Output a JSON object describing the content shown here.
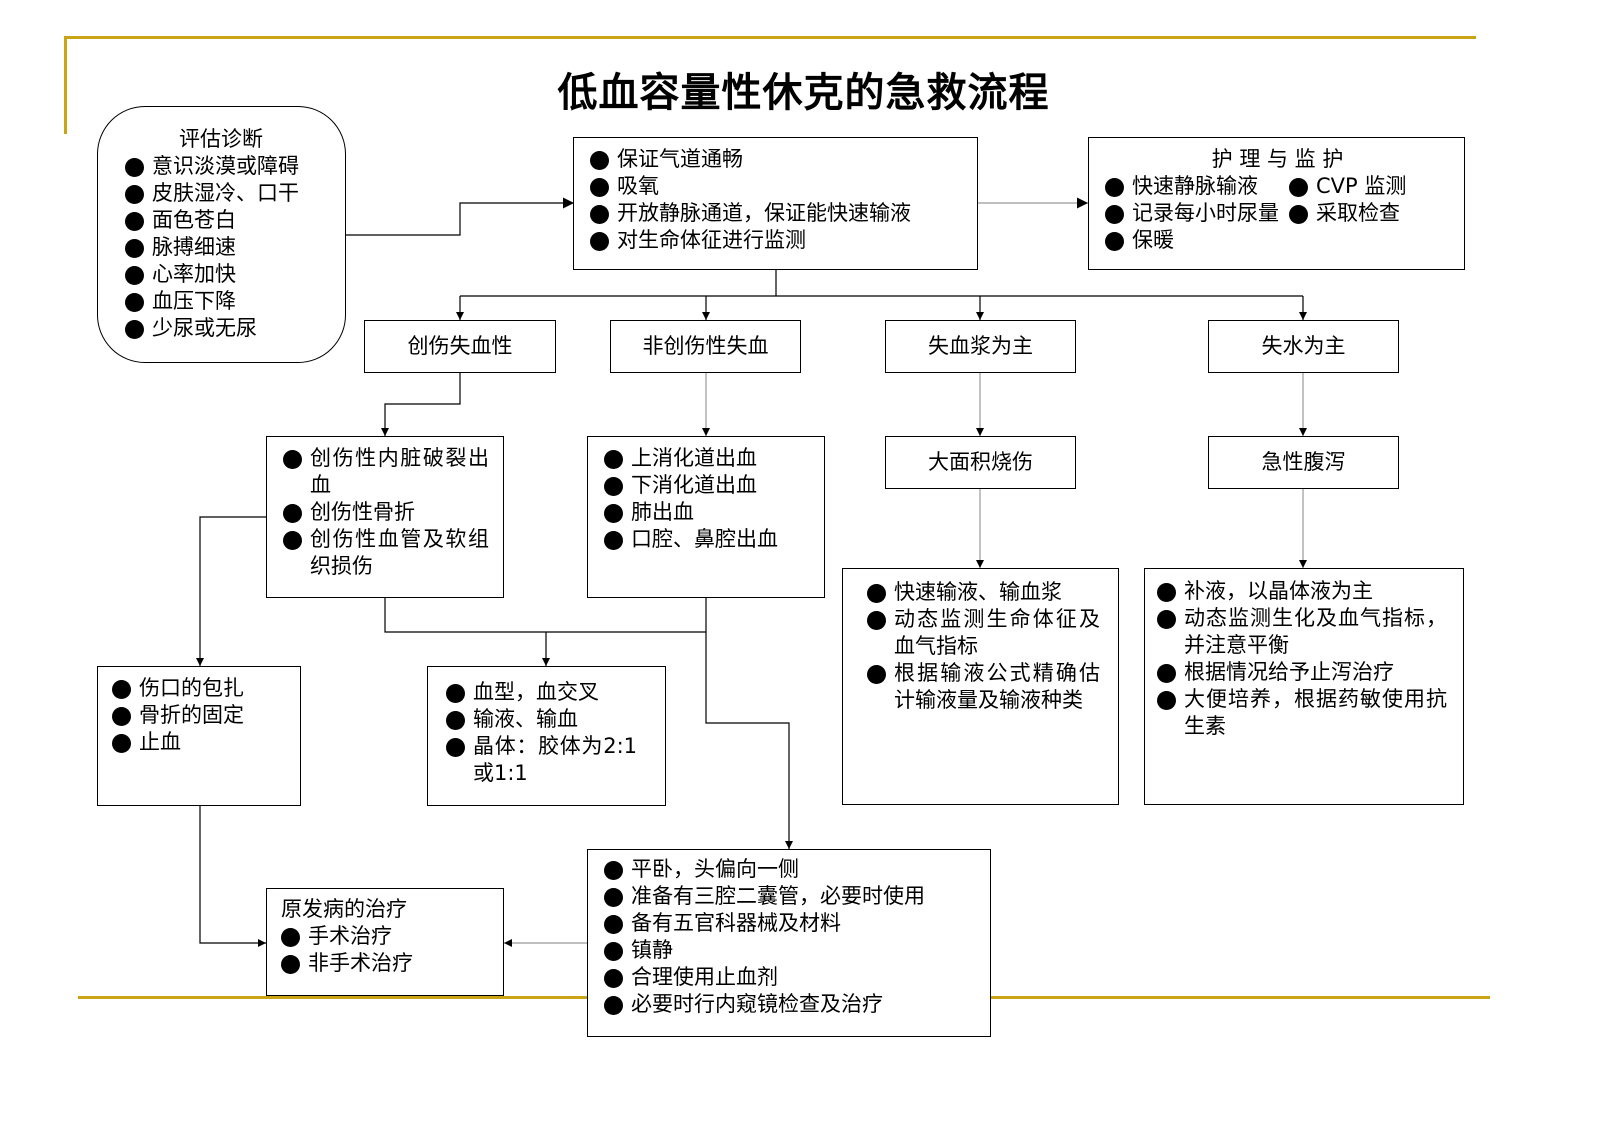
{
  "title": "低血容量性休克的急救流程",
  "assessment": {
    "heading": "评估诊断",
    "items": [
      "意识淡漠或障碍",
      "皮肤湿冷、口干",
      "面色苍白",
      "脉搏细速",
      "心率加快",
      "血压下降",
      "少尿或无尿"
    ]
  },
  "initial_care": {
    "items": [
      "保证气道通畅",
      "吸氧",
      "开放静脉通道，保证能快速输液",
      "对生命体征进行监测"
    ]
  },
  "nursing": {
    "heading": "护 理 与 监 护",
    "items": [
      "快速静脉输液",
      "CVP 监测",
      "记录每小时尿量",
      "采取检查",
      "保暖"
    ]
  },
  "categories": {
    "trauma": "创伤失血性",
    "non_trauma": "非创伤性失血",
    "plasma": "失血浆为主",
    "water": "失水为主"
  },
  "trauma_causes": {
    "items": [
      "创伤性内脏破裂出血",
      "创伤性骨折",
      "创伤性血管及软组织损伤"
    ]
  },
  "non_trauma_causes": {
    "items": [
      "上消化道出血",
      "下消化道出血",
      "肺出血",
      "口腔、鼻腔出血"
    ]
  },
  "burn": "大面积烧伤",
  "diarrhea": "急性腹泻",
  "plasma_treatment": {
    "items": [
      "快速输液、输血浆",
      "动态监测生命体征及血气指标",
      "根据输液公式精确估计输液量及输液种类"
    ]
  },
  "water_treatment": {
    "items": [
      "补液，以晶体液为主",
      "动态监测生化及血气指标，并注意平衡",
      "根据情况给予止泻治疗",
      "大便培养，根据药敏使用抗生素"
    ]
  },
  "wound_care": {
    "items": [
      "伤口的包扎",
      "骨折的固定",
      "止血"
    ]
  },
  "transfusion": {
    "items": [
      "血型，血交叉",
      "输液、输血",
      "晶体：胶体为2:1或1:1"
    ]
  },
  "bleeding_care": {
    "items": [
      "平卧，头偏向一侧",
      "准备有三腔二囊管，必要时使用",
      "备有五官科器械及材料",
      "镇静",
      "合理使用止血剂",
      "必要时行内窥镜检查及治疗"
    ]
  },
  "primary_treatment": {
    "heading": "原发病的治疗",
    "items": [
      "手术治疗",
      "非手术治疗"
    ]
  }
}
